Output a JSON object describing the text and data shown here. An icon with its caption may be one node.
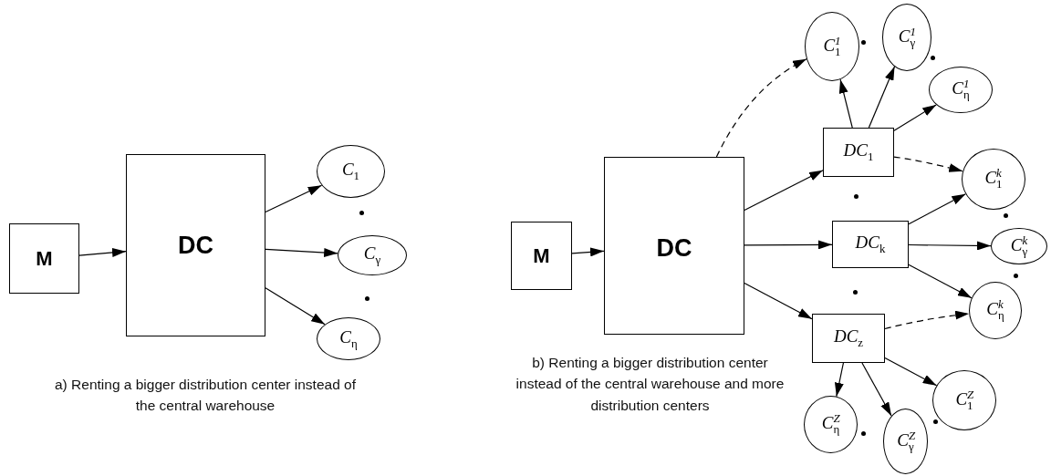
{
  "diagram": {
    "nodes": [
      {
        "text": [
          "M"
        ]
      },
      {
        "text": [
          "DC"
        ]
      },
      {
        "text": [
          "C$_{1}$"
        ]
      },
      {
        "text": [
          "C$_{γ}$"
        ]
      },
      {
        "text": [
          "C$_{η}$"
        ]
      },
      {
        "text": [
          "M"
        ]
      },
      {
        "text": [
          "DC"
        ]
      },
      {
        "text": [
          "DC$_{1}$"
        ]
      },
      {
        "text": [
          "C$^{1}$$_{1}$"
        ]
      },
      {
        "text": [
          "C$^{1}$$_{γ}$"
        ]
      },
      {
        "text": [
          "C$^{1}$$_{η}$"
        ]
      },
      {
        "text": [
          "C$^{k}$$_{1}$"
        ]
      },
      {
        "text": [
          "DC$_{k}$"
        ]
      },
      {
        "text": [
          "C$^{k}$$_{γ}$"
        ]
      },
      {
        "text": [
          "C$^{k}$$_{η}$"
        ]
      },
      {
        "text": [
          "DC$_{z}$"
        ]
      },
      {
        "text": [
          "C$^{Z}$$_{1}$"
        ]
      },
      {
        "text": [
          "C$^{Z}$$_{η}$"
        ]
      },
      {
        "text": [
          "C$^{Z}$$_{γ}$"
        ]
      }
    ],
    "edges": [
      {
        "from": 0,
        "to": 1,
        "arrow": "to"
      },
      {
        "from": 1,
        "to": 2,
        "arrow": "to"
      },
      {
        "from": 1,
        "to": 3,
        "arrow": "to"
      },
      {
        "from": 1,
        "to": 4,
        "arrow": "to"
      },
      {
        "from": 5,
        "to": 6,
        "arrow": "to"
      },
      {
        "from": 6,
        "to": 8,
        "arrow": "to",
        "style": "dashed"
      },
      {
        "from": 6,
        "to": 7,
        "arrow": "to"
      },
      {
        "from": 6,
        "to": 12,
        "arrow": "to"
      },
      {
        "from": 6,
        "to": 15,
        "arrow": "to"
      },
      {
        "from": 7,
        "to": 8,
        "arrow": "to"
      },
      {
        "from": 7,
        "to": 9,
        "arrow": "to"
      },
      {
        "from": 7,
        "to": 10,
        "arrow": "to"
      },
      {
        "from": 7,
        "to": 11,
        "arrow": "to",
        "style": "dashed"
      },
      {
        "from": 12,
        "to": 11,
        "arrow": "to"
      },
      {
        "from": 12,
        "to": 13,
        "arrow": "to"
      },
      {
        "from": 12,
        "to": 14,
        "arrow": "to"
      },
      {
        "from": 15,
        "to": 14,
        "arrow": "to",
        "style": "dashed"
      },
      {
        "from": 15,
        "to": 17,
        "arrow": "to"
      },
      {
        "from": 15,
        "to": 18,
        "arrow": "to"
      },
      {
        "from": 15,
        "to": 16,
        "arrow": "to"
      }
    ],
    "labels": [
      "a) Renting a bigger distribution center instead of the central warehouse",
      "b) Renting a bigger distribution center instead of the central warehouse and more distribution centers"
    ]
  }
}
